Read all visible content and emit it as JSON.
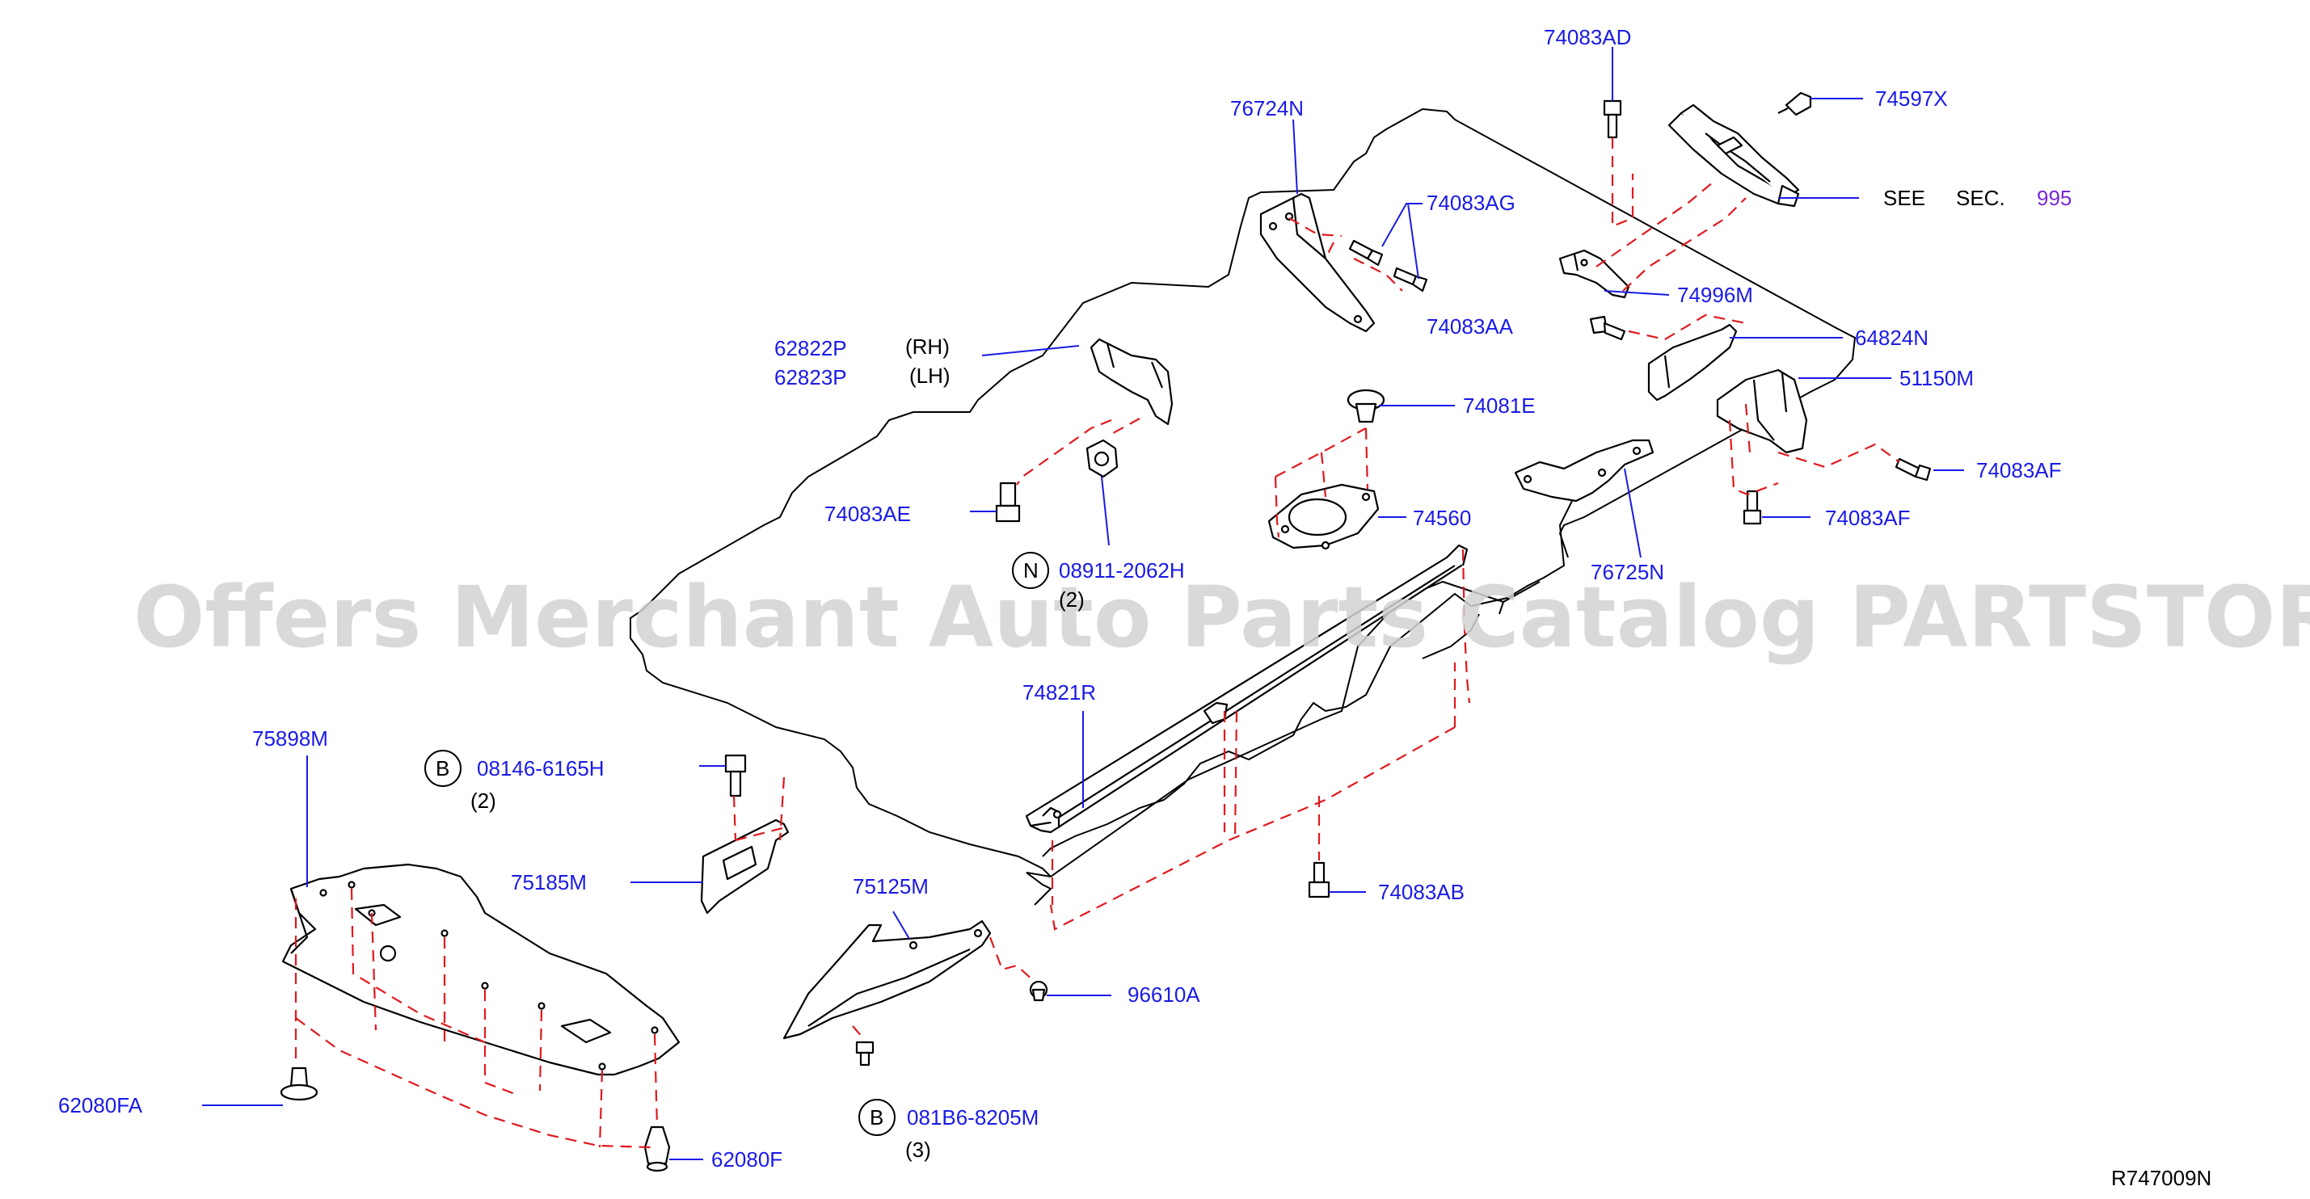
{
  "watermark": "Offers Merchant Auto Parts Catalog PARTSTORE.SA",
  "diagram_id": "R747009N",
  "colors": {
    "part_number": "#1a1ae6",
    "dash": "#e0191e",
    "section_ref": "#7a2ad8"
  },
  "labels": {
    "p74083AD": "74083AD",
    "p74597X": "74597X",
    "see": "SEE",
    "sec": "SEC.",
    "sec_num": "995",
    "p76724N": "76724N",
    "p74083AG": "74083AG",
    "p74996M": "74996M",
    "p74083AA": "74083AA",
    "p64824N": "64824N",
    "p62822P": "62822P",
    "rh": "(RH)",
    "p62823P": "62823P",
    "lh": "(LH)",
    "p51150M": "51150M",
    "p74081E": "74081E",
    "p74083AF_1": "74083AF",
    "p74083AE": "74083AE",
    "p74560": "74560",
    "p74083AF_2": "74083AF",
    "p76725N": "76725N",
    "n_letter": "N",
    "p08911": "08911-2062H",
    "q_n": "(2)",
    "p74821R": "74821R",
    "p75898M": "75898M",
    "b_letter_1": "B",
    "p08146": "08146-6165H",
    "q_b1": "(2)",
    "p75185M": "75185M",
    "p75125M": "75125M",
    "p74083AB": "74083AB",
    "p96610A": "96610A",
    "p62080FA": "62080FA",
    "b_letter_2": "B",
    "p081B6": "081B6-8205M",
    "q_b2": "(3)",
    "p62080F": "62080F"
  }
}
